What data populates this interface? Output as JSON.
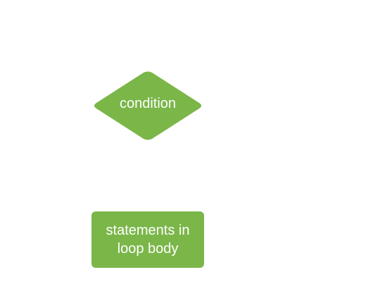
{
  "diagram": {
    "colors": {
      "node_fill": "#7ab648",
      "text": "#ffffff",
      "background": "#ffffff"
    },
    "decision": {
      "shape": "diamond",
      "label": "condition"
    },
    "process": {
      "shape": "rounded-rectangle",
      "label": "statements in loop body"
    }
  }
}
